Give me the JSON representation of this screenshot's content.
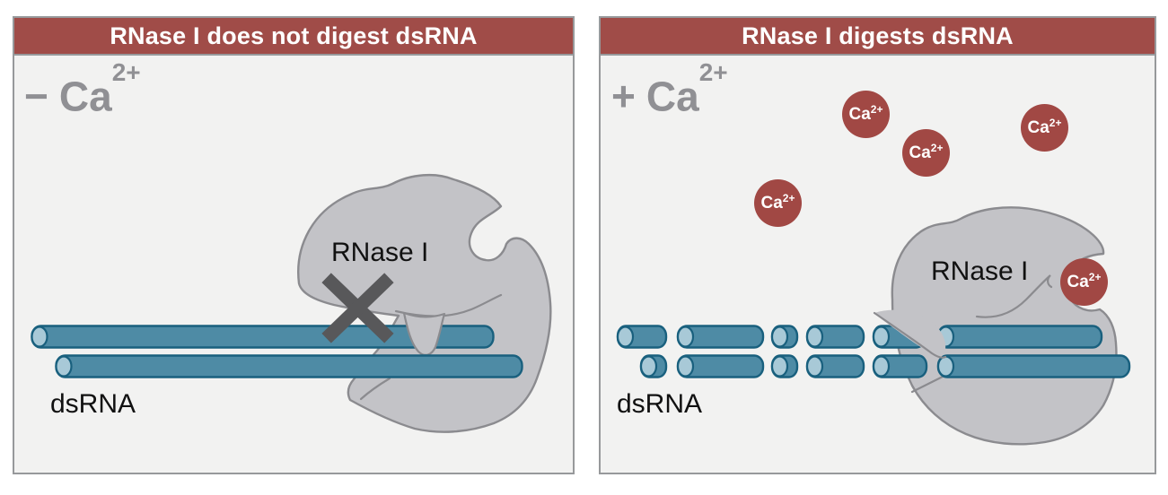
{
  "left_panel": {
    "title": "RNase I does not digest dsRNA",
    "condition": {
      "sign": "−",
      "element": "Ca",
      "charge": "2+"
    },
    "enzyme_label": "RNase I",
    "rna_label": "dsRNA"
  },
  "right_panel": {
    "title": "RNase I digests dsRNA",
    "condition": {
      "sign": "+",
      "element": "Ca",
      "charge": "2+"
    },
    "enzyme_label": "RNase I",
    "rna_label": "dsRNA",
    "ion_label": {
      "element": "Ca",
      "charge": "2+"
    },
    "free_ion_count": 4,
    "bound_ion_count": 1
  },
  "colors": {
    "header_red": "#a04c48",
    "ion_red": "#a14844",
    "panel_background": "#f2f2f1",
    "panel_border": "#97999b",
    "rna_fill": "#4e8ba5",
    "rna_stroke": "#19607e",
    "rna_cap": "#a8c9d7",
    "enzyme_fill": "#c3c3c7",
    "enzyme_stroke": "#8b8b8f",
    "x_mark": "#58585a",
    "condition_text": "#909094",
    "label_text": "#111111"
  }
}
